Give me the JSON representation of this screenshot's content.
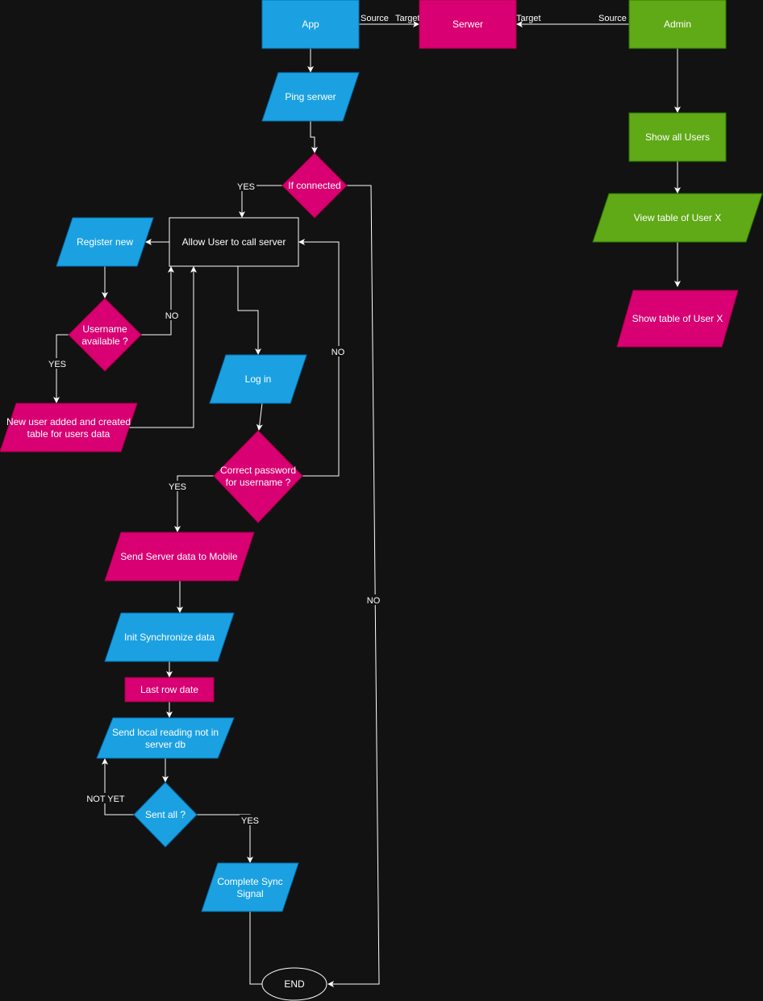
{
  "colors": {
    "background": "#121212",
    "blue": "#1ba1e2",
    "pink": "#d80073",
    "green": "#60a917",
    "edge": "#ffffff"
  },
  "nodes": {
    "app": "App",
    "serwer": "Serwer",
    "admin": "Admin",
    "ping_serwer": "Ping serwer",
    "show_all_users": "Show all Users",
    "view_table": "View table of User X",
    "show_table": "Show table of User X",
    "if_connected": "If connected",
    "allow_user": "Allow User to call server",
    "register_new": "Register new",
    "username_available": [
      "Username",
      "available ?"
    ],
    "new_user_added": [
      "New user added and created",
      "table for users data"
    ],
    "log_in": "Log in",
    "correct_password": [
      "Correct password",
      "for username ?"
    ],
    "send_server_data": "Send Server data to Mobile",
    "init_sync": "Init Synchronize data",
    "last_row_date": "Last row date",
    "send_local": [
      "Send local reading not in",
      "server db"
    ],
    "sent_all": "Sent all ?",
    "complete_sync": [
      "Complete Sync",
      "Signal"
    ],
    "end": "END"
  },
  "edge_labels": {
    "source_app": "Source",
    "target_serwer_left": "Target",
    "target_serwer_right": "Target",
    "source_admin": "Source",
    "yes_connected": "YES",
    "no_connected": "NO",
    "no_username": "NO",
    "yes_username": "YES",
    "no_password": "NO",
    "yes_password": "YES",
    "not_yet": "NOT YET",
    "yes_sent": "YES"
  }
}
